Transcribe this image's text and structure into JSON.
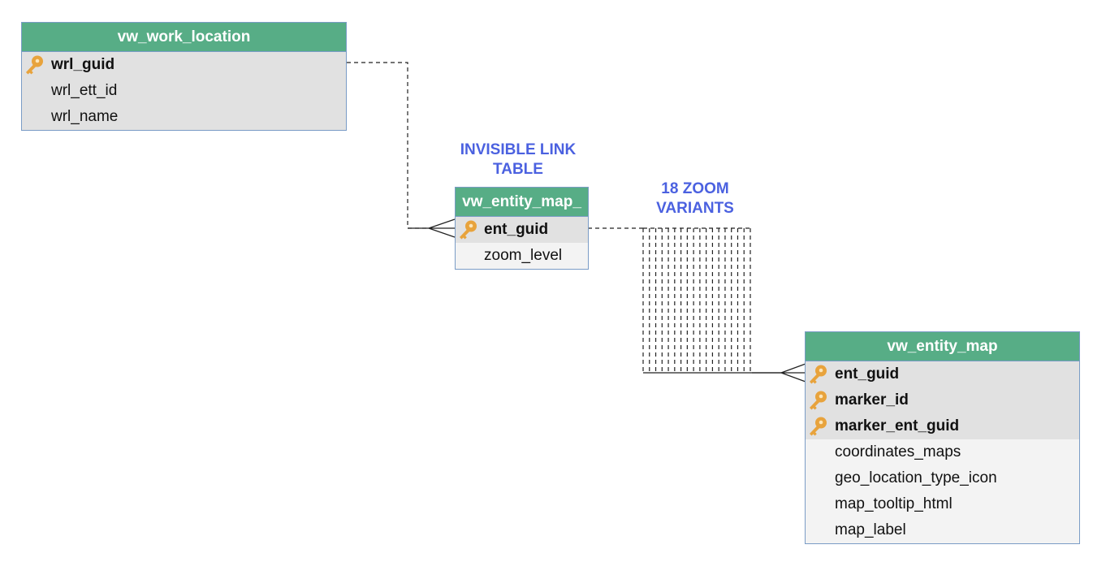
{
  "tables": {
    "work_location": {
      "name": "vw_work_location",
      "fields": [
        {
          "name": "wrl_guid",
          "pk": true
        },
        {
          "name": "wrl_ett_id",
          "pk": false
        },
        {
          "name": "wrl_name",
          "pk": false
        }
      ]
    },
    "entity_map_link": {
      "name": "vw_entity_map_",
      "fields": [
        {
          "name": "ent_guid",
          "pk": true
        },
        {
          "name": "zoom_level",
          "pk": false
        }
      ]
    },
    "entity_map": {
      "name": "vw_entity_map",
      "fields": [
        {
          "name": "ent_guid",
          "pk": true
        },
        {
          "name": "marker_id",
          "pk": true
        },
        {
          "name": "marker_ent_guid",
          "pk": true
        },
        {
          "name": "coordinates_maps",
          "pk": false
        },
        {
          "name": "geo_location_type_icon",
          "pk": false
        },
        {
          "name": "map_tooltip_html",
          "pk": false
        },
        {
          "name": "map_label",
          "pk": false
        }
      ]
    }
  },
  "annotations": {
    "invisible_link": [
      "INVISIBLE LINK",
      "TABLE"
    ],
    "zoom_variants": [
      "18 ZOOM",
      "VARIANTS"
    ]
  },
  "relationships": [
    {
      "from": "vw_work_location.wrl_guid",
      "to": "vw_entity_map_.ent_guid",
      "style": "dashed",
      "to_end": "crow-foot"
    },
    {
      "from": "vw_entity_map_.ent_guid",
      "to": "vw_entity_map.ent_guid",
      "style": "dashed",
      "count": 18,
      "to_end": "crow-foot"
    }
  ],
  "colors": {
    "header": "#57ad86",
    "header_text": "#ffffff",
    "pk_row": "#e1e1e1",
    "field_row": "#f3f3f3",
    "border": "#7a9cc6",
    "annotation": "#4b61e0",
    "key_icon": "#e8a33c"
  },
  "icons": {
    "primary_key": "key-icon"
  }
}
